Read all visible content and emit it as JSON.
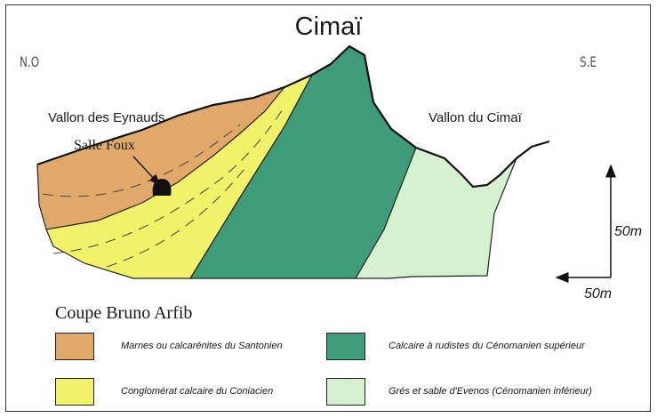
{
  "title": "Cimaï",
  "directions": {
    "left": "N.O",
    "right": "S.E"
  },
  "places": {
    "vallon_eynauds": "Vallon des Eynauds",
    "salle_foux": "Salle Foux",
    "vallon_cimai": "Vallon du Cimaï"
  },
  "scale": {
    "vertical": "50m",
    "horizontal": "50m"
  },
  "credit": "Coupe  Bruno Arfib",
  "legend": [
    {
      "label": "Marnes ou calcarénites du Santonien",
      "color": "#e0a96a"
    },
    {
      "label": "Calcaire à rudistes du Cénomanien supérieur",
      "color": "#3f9c7a"
    },
    {
      "label": "Conglomérat calcaire du Coniacien",
      "color": "#f2f26a"
    },
    {
      "label": "Grés et sable d'Evenos  (Cénomanien inférieur)",
      "color": "#d4f0cf"
    }
  ]
}
